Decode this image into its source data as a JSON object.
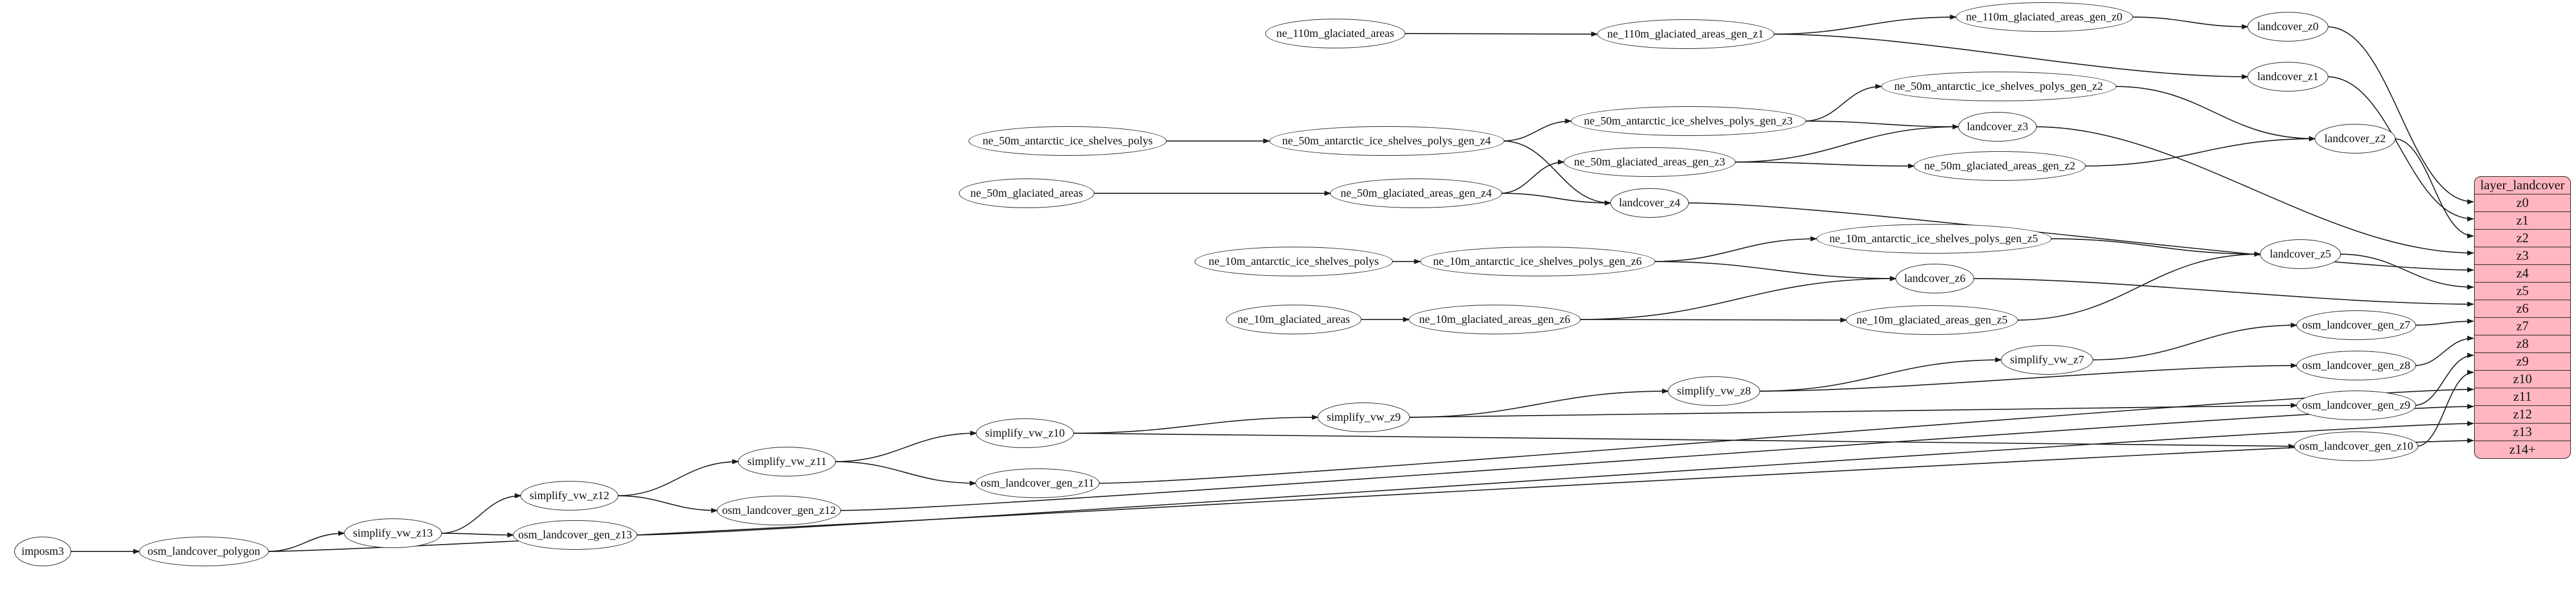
{
  "diagram": {
    "background": "#ffffff",
    "node_fill": "#ffffff",
    "node_stroke": "#1a1a1a",
    "nodes": [
      {
        "id": "imposm3",
        "label": "imposm3"
      },
      {
        "id": "osm_landcover_polygon",
        "label": "osm_landcover_polygon"
      },
      {
        "id": "simplify_vw_z13",
        "label": "simplify_vw_z13"
      },
      {
        "id": "osm_landcover_gen_z13",
        "label": "osm_landcover_gen_z13"
      },
      {
        "id": "simplify_vw_z12",
        "label": "simplify_vw_z12"
      },
      {
        "id": "osm_landcover_gen_z12",
        "label": "osm_landcover_gen_z12"
      },
      {
        "id": "simplify_vw_z11",
        "label": "simplify_vw_z11"
      },
      {
        "id": "osm_landcover_gen_z11",
        "label": "osm_landcover_gen_z11"
      },
      {
        "id": "simplify_vw_z10",
        "label": "simplify_vw_z10"
      },
      {
        "id": "osm_landcover_gen_z10",
        "label": "osm_landcover_gen_z10"
      },
      {
        "id": "simplify_vw_z9",
        "label": "simplify_vw_z9"
      },
      {
        "id": "osm_landcover_gen_z9",
        "label": "osm_landcover_gen_z9"
      },
      {
        "id": "simplify_vw_z8",
        "label": "simplify_vw_z8"
      },
      {
        "id": "osm_landcover_gen_z8",
        "label": "osm_landcover_gen_z8"
      },
      {
        "id": "simplify_vw_z7",
        "label": "simplify_vw_z7"
      },
      {
        "id": "osm_landcover_gen_z7",
        "label": "osm_landcover_gen_z7"
      },
      {
        "id": "ne_10m_glaciated_areas",
        "label": "ne_10m_glaciated_areas"
      },
      {
        "id": "ne_10m_glaciated_areas_gen_z6",
        "label": "ne_10m_glaciated_areas_gen_z6"
      },
      {
        "id": "ne_10m_glaciated_areas_gen_z5",
        "label": "ne_10m_glaciated_areas_gen_z5"
      },
      {
        "id": "ne_10m_antarctic_ice_shelves_polys",
        "label": "ne_10m_antarctic_ice_shelves_polys"
      },
      {
        "id": "ne_10m_antarctic_ice_shelves_polys_gen_z6",
        "label": "ne_10m_antarctic_ice_shelves_polys_gen_z6"
      },
      {
        "id": "ne_10m_antarctic_ice_shelves_polys_gen_z5",
        "label": "ne_10m_antarctic_ice_shelves_polys_gen_z5"
      },
      {
        "id": "landcover_z5",
        "label": "landcover_z5"
      },
      {
        "id": "landcover_z6",
        "label": "landcover_z6"
      },
      {
        "id": "ne_50m_glaciated_areas",
        "label": "ne_50m_glaciated_areas"
      },
      {
        "id": "ne_50m_glaciated_areas_gen_z4",
        "label": "ne_50m_glaciated_areas_gen_z4"
      },
      {
        "id": "ne_50m_glaciated_areas_gen_z3",
        "label": "ne_50m_glaciated_areas_gen_z3"
      },
      {
        "id": "ne_50m_glaciated_areas_gen_z2",
        "label": "ne_50m_glaciated_areas_gen_z2"
      },
      {
        "id": "landcover_z4",
        "label": "landcover_z4"
      },
      {
        "id": "ne_50m_antarctic_ice_shelves_polys",
        "label": "ne_50m_antarctic_ice_shelves_polys"
      },
      {
        "id": "ne_50m_antarctic_ice_shelves_polys_gen_z4",
        "label": "ne_50m_antarctic_ice_shelves_polys_gen_z4"
      },
      {
        "id": "ne_50m_antarctic_ice_shelves_polys_gen_z3",
        "label": "ne_50m_antarctic_ice_shelves_polys_gen_z3"
      },
      {
        "id": "ne_50m_antarctic_ice_shelves_polys_gen_z2",
        "label": "ne_50m_antarctic_ice_shelves_polys_gen_z2"
      },
      {
        "id": "landcover_z3",
        "label": "landcover_z3"
      },
      {
        "id": "landcover_z2",
        "label": "landcover_z2"
      },
      {
        "id": "ne_110m_glaciated_areas",
        "label": "ne_110m_glaciated_areas"
      },
      {
        "id": "ne_110m_glaciated_areas_gen_z1",
        "label": "ne_110m_glaciated_areas_gen_z1"
      },
      {
        "id": "ne_110m_glaciated_areas_gen_z0",
        "label": "ne_110m_glaciated_areas_gen_z0"
      },
      {
        "id": "landcover_z0",
        "label": "landcover_z0"
      },
      {
        "id": "landcover_z1",
        "label": "landcover_z1"
      }
    ],
    "table": {
      "id": "layer_landcover",
      "title": "layer_landcover",
      "fill": "#ffb6c1",
      "rows": [
        "z0",
        "z1",
        "z2",
        "z3",
        "z4",
        "z5",
        "z6",
        "z7",
        "z8",
        "z9",
        "z10",
        "z11",
        "z12",
        "z13",
        "z14+"
      ]
    },
    "edges": [
      {
        "f": "imposm3",
        "t": "osm_landcover_polygon"
      },
      {
        "f": "osm_landcover_polygon",
        "t": "simplify_vw_z13"
      },
      {
        "f": "osm_landcover_polygon",
        "t": "layer_landcover.z14+"
      },
      {
        "f": "simplify_vw_z13",
        "t": "osm_landcover_gen_z13"
      },
      {
        "f": "simplify_vw_z13",
        "t": "simplify_vw_z12"
      },
      {
        "f": "osm_landcover_gen_z13",
        "t": "layer_landcover.z13"
      },
      {
        "f": "simplify_vw_z12",
        "t": "osm_landcover_gen_z12"
      },
      {
        "f": "simplify_vw_z12",
        "t": "simplify_vw_z11"
      },
      {
        "f": "osm_landcover_gen_z12",
        "t": "layer_landcover.z12"
      },
      {
        "f": "simplify_vw_z11",
        "t": "osm_landcover_gen_z11"
      },
      {
        "f": "simplify_vw_z11",
        "t": "simplify_vw_z10"
      },
      {
        "f": "osm_landcover_gen_z11",
        "t": "layer_landcover.z11"
      },
      {
        "f": "simplify_vw_z10",
        "t": "osm_landcover_gen_z10"
      },
      {
        "f": "simplify_vw_z10",
        "t": "simplify_vw_z9"
      },
      {
        "f": "osm_landcover_gen_z10",
        "t": "layer_landcover.z10"
      },
      {
        "f": "simplify_vw_z9",
        "t": "osm_landcover_gen_z9"
      },
      {
        "f": "simplify_vw_z9",
        "t": "simplify_vw_z8"
      },
      {
        "f": "osm_landcover_gen_z9",
        "t": "layer_landcover.z9"
      },
      {
        "f": "simplify_vw_z8",
        "t": "osm_landcover_gen_z8"
      },
      {
        "f": "simplify_vw_z8",
        "t": "simplify_vw_z7"
      },
      {
        "f": "osm_landcover_gen_z8",
        "t": "layer_landcover.z8"
      },
      {
        "f": "simplify_vw_z7",
        "t": "osm_landcover_gen_z7"
      },
      {
        "f": "osm_landcover_gen_z7",
        "t": "layer_landcover.z7"
      },
      {
        "f": "ne_10m_glaciated_areas",
        "t": "ne_10m_glaciated_areas_gen_z6"
      },
      {
        "f": "ne_10m_glaciated_areas_gen_z6",
        "t": "ne_10m_glaciated_areas_gen_z5"
      },
      {
        "f": "ne_10m_glaciated_areas_gen_z6",
        "t": "landcover_z6"
      },
      {
        "f": "ne_10m_glaciated_areas_gen_z5",
        "t": "landcover_z5"
      },
      {
        "f": "ne_10m_antarctic_ice_shelves_polys",
        "t": "ne_10m_antarctic_ice_shelves_polys_gen_z6"
      },
      {
        "f": "ne_10m_antarctic_ice_shelves_polys_gen_z6",
        "t": "ne_10m_antarctic_ice_shelves_polys_gen_z5"
      },
      {
        "f": "ne_10m_antarctic_ice_shelves_polys_gen_z6",
        "t": "landcover_z6"
      },
      {
        "f": "ne_10m_antarctic_ice_shelves_polys_gen_z5",
        "t": "landcover_z5"
      },
      {
        "f": "landcover_z5",
        "t": "layer_landcover.z5"
      },
      {
        "f": "landcover_z6",
        "t": "layer_landcover.z6"
      },
      {
        "f": "ne_50m_glaciated_areas",
        "t": "ne_50m_glaciated_areas_gen_z4"
      },
      {
        "f": "ne_50m_glaciated_areas_gen_z4",
        "t": "ne_50m_glaciated_areas_gen_z3"
      },
      {
        "f": "ne_50m_glaciated_areas_gen_z4",
        "t": "landcover_z4"
      },
      {
        "f": "ne_50m_glaciated_areas_gen_z3",
        "t": "ne_50m_glaciated_areas_gen_z2"
      },
      {
        "f": "ne_50m_glaciated_areas_gen_z3",
        "t": "landcover_z3"
      },
      {
        "f": "ne_50m_glaciated_areas_gen_z2",
        "t": "landcover_z2"
      },
      {
        "f": "ne_50m_antarctic_ice_shelves_polys",
        "t": "ne_50m_antarctic_ice_shelves_polys_gen_z4"
      },
      {
        "f": "ne_50m_antarctic_ice_shelves_polys_gen_z4",
        "t": "ne_50m_antarctic_ice_shelves_polys_gen_z3"
      },
      {
        "f": "ne_50m_antarctic_ice_shelves_polys_gen_z4",
        "t": "landcover_z4"
      },
      {
        "f": "ne_50m_antarctic_ice_shelves_polys_gen_z3",
        "t": "ne_50m_antarctic_ice_shelves_polys_gen_z2"
      },
      {
        "f": "ne_50m_antarctic_ice_shelves_polys_gen_z3",
        "t": "landcover_z3"
      },
      {
        "f": "ne_50m_antarctic_ice_shelves_polys_gen_z2",
        "t": "landcover_z2"
      },
      {
        "f": "landcover_z2",
        "t": "layer_landcover.z2"
      },
      {
        "f": "landcover_z3",
        "t": "layer_landcover.z3"
      },
      {
        "f": "landcover_z4",
        "t": "layer_landcover.z4"
      },
      {
        "f": "ne_110m_glaciated_areas",
        "t": "ne_110m_glaciated_areas_gen_z1"
      },
      {
        "f": "ne_110m_glaciated_areas_gen_z1",
        "t": "ne_110m_glaciated_areas_gen_z0"
      },
      {
        "f": "ne_110m_glaciated_areas_gen_z1",
        "t": "landcover_z1"
      },
      {
        "f": "ne_110m_glaciated_areas_gen_z0",
        "t": "landcover_z0"
      },
      {
        "f": "landcover_z0",
        "t": "layer_landcover.z0"
      },
      {
        "f": "landcover_z1",
        "t": "layer_landcover.z1"
      }
    ]
  }
}
